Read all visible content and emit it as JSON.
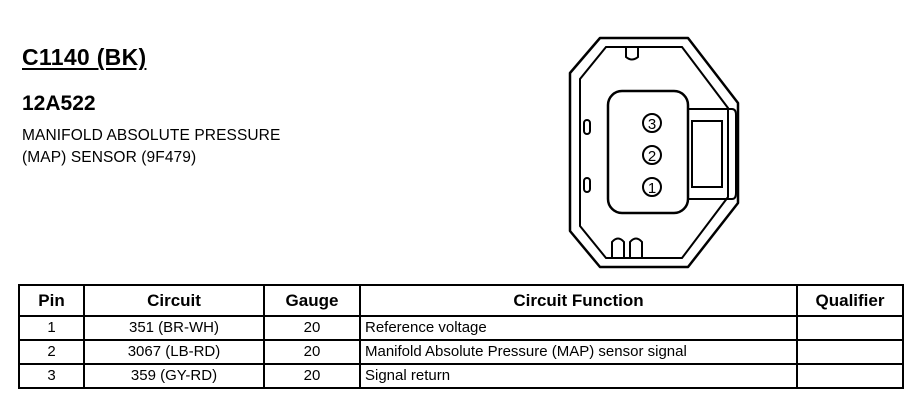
{
  "header": {
    "connector_id": "C1140 (BK)",
    "part_number": "12A522",
    "description_line1": "MANIFOLD ABSOLUTE PRESSURE",
    "description_line2": "(MAP) SENSOR (9F479)"
  },
  "diagram": {
    "pin_labels": [
      "3",
      "2",
      "1"
    ]
  },
  "table": {
    "headers": {
      "pin": "Pin",
      "circuit": "Circuit",
      "gauge": "Gauge",
      "function": "Circuit Function",
      "qualifier": "Qualifier"
    },
    "rows": [
      {
        "pin": "1",
        "circuit": "351 (BR-WH)",
        "gauge": "20",
        "function": "Reference voltage",
        "qualifier": ""
      },
      {
        "pin": "2",
        "circuit": "3067 (LB-RD)",
        "gauge": "20",
        "function": "Manifold Absolute Pressure (MAP) sensor signal",
        "qualifier": ""
      },
      {
        "pin": "3",
        "circuit": "359 (GY-RD)",
        "gauge": "20",
        "function": "Signal return",
        "qualifier": ""
      }
    ]
  }
}
